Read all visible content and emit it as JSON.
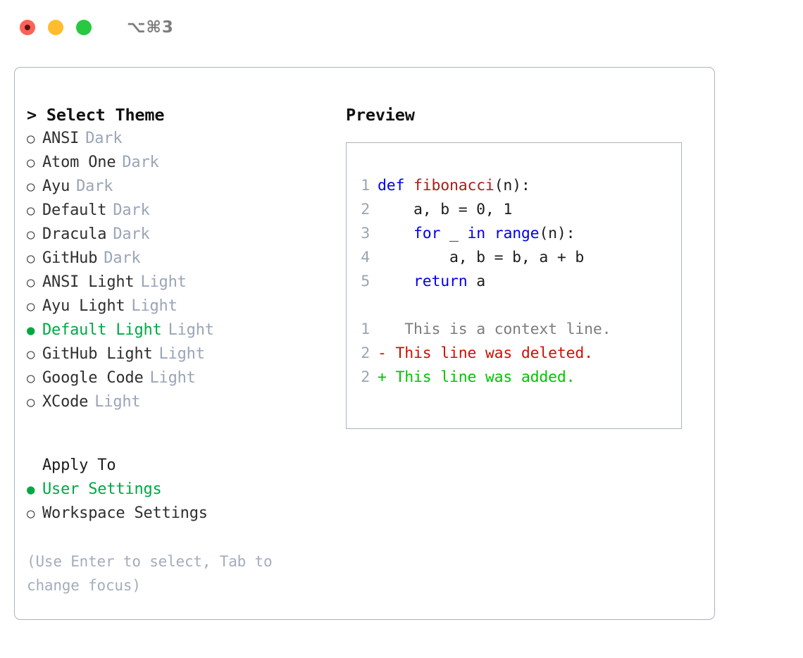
{
  "titlebar": {
    "shortcut": "⌥⌘3",
    "lights": [
      {
        "name": "close",
        "color": "#ff6058"
      },
      {
        "name": "minimize",
        "color": "#ffbd2e"
      },
      {
        "name": "zoom",
        "color": "#28c840"
      }
    ]
  },
  "theme_picker": {
    "header": "> Select Theme",
    "options": [
      {
        "bullet": "○",
        "label": "ANSI",
        "tag": "Dark",
        "selected": false
      },
      {
        "bullet": "○",
        "label": "Atom One",
        "tag": "Dark",
        "selected": false
      },
      {
        "bullet": "○",
        "label": "Ayu",
        "tag": "Dark",
        "selected": false
      },
      {
        "bullet": "○",
        "label": "Default",
        "tag": "Dark",
        "selected": false
      },
      {
        "bullet": "○",
        "label": "Dracula",
        "tag": "Dark",
        "selected": false
      },
      {
        "bullet": "○",
        "label": "GitHub",
        "tag": "Dark",
        "selected": false
      },
      {
        "bullet": "○",
        "label": "ANSI Light",
        "tag": "Light",
        "selected": false
      },
      {
        "bullet": "○",
        "label": "Ayu Light",
        "tag": "Light",
        "selected": false
      },
      {
        "bullet": "●",
        "label": "Default Light",
        "tag": "Light",
        "selected": true
      },
      {
        "bullet": "○",
        "label": "GitHub Light",
        "tag": "Light",
        "selected": false
      },
      {
        "bullet": "○",
        "label": "Google Code",
        "tag": "Light",
        "selected": false
      },
      {
        "bullet": "○",
        "label": "XCode",
        "tag": "Light",
        "selected": false
      }
    ]
  },
  "apply_to": {
    "header": "Apply To",
    "options": [
      {
        "bullet": "●",
        "label": "User Settings",
        "selected": true
      },
      {
        "bullet": "○",
        "label": "Workspace Settings",
        "selected": false
      }
    ]
  },
  "hint": "(Use Enter to select, Tab to change focus)",
  "preview": {
    "title": "Preview",
    "code_lines": [
      {
        "num": "1",
        "tokens": [
          {
            "t": "def",
            "c": "kw"
          },
          {
            "t": " ",
            "c": "plain"
          },
          {
            "t": "fibonacci",
            "c": "fn"
          },
          {
            "t": "(n):",
            "c": "plain"
          }
        ]
      },
      {
        "num": "2",
        "tokens": [
          {
            "t": "    a, b = 0, 1",
            "c": "plain"
          }
        ]
      },
      {
        "num": "3",
        "tokens": [
          {
            "t": "    ",
            "c": "plain"
          },
          {
            "t": "for",
            "c": "kw"
          },
          {
            "t": " _ ",
            "c": "plain"
          },
          {
            "t": "in",
            "c": "kw"
          },
          {
            "t": " ",
            "c": "plain"
          },
          {
            "t": "range",
            "c": "kw"
          },
          {
            "t": "(n):",
            "c": "plain"
          }
        ]
      },
      {
        "num": "4",
        "tokens": [
          {
            "t": "        a, b = b, a + b",
            "c": "plain"
          }
        ]
      },
      {
        "num": "5",
        "tokens": [
          {
            "t": "    ",
            "c": "plain"
          },
          {
            "t": "return",
            "c": "kw"
          },
          {
            "t": " a",
            "c": "plain"
          }
        ]
      }
    ],
    "diff_lines": [
      {
        "num": "1",
        "marker": " ",
        "text": "  This is a context line.",
        "kind": "context"
      },
      {
        "num": "2",
        "marker": "-",
        "text": " This line was deleted.",
        "kind": "del"
      },
      {
        "num": "2",
        "marker": "+",
        "text": " This line was added.",
        "kind": "add"
      }
    ]
  },
  "colors": {
    "selected_green": "#00a844",
    "diff_add_green": "#00c400",
    "diff_del_red": "#cc1100",
    "keyword_blue": "#0000ee",
    "function_red": "#a52019",
    "muted_gray": "#9aa5b8",
    "border": "#a9b3c1"
  }
}
